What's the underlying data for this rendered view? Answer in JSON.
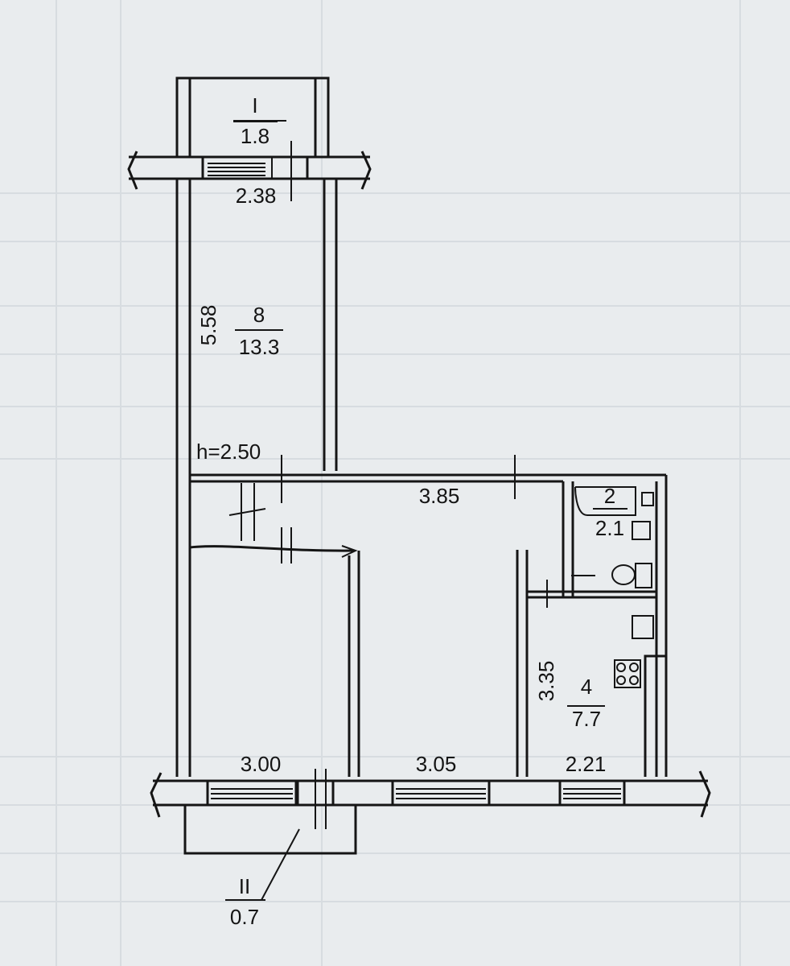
{
  "rooms": {
    "balcony_top": {
      "number": "I",
      "area": "1.8"
    },
    "room_8": {
      "number": "8",
      "area": "13.3"
    },
    "room_2": {
      "number": "2",
      "area": "2.1"
    },
    "room_4": {
      "number": "4",
      "area": "7.7"
    },
    "balcony_bottom": {
      "number": "II",
      "area": "0.7"
    }
  },
  "dimensions": {
    "top_window_width": "2.38",
    "room8_length": "5.58",
    "ceiling_height": "h=2.50",
    "hall_width": "3.85",
    "kitchen_length": "3.35",
    "bottom_left": "3.00",
    "bottom_middle": "3.05",
    "bottom_right": "2.21"
  }
}
